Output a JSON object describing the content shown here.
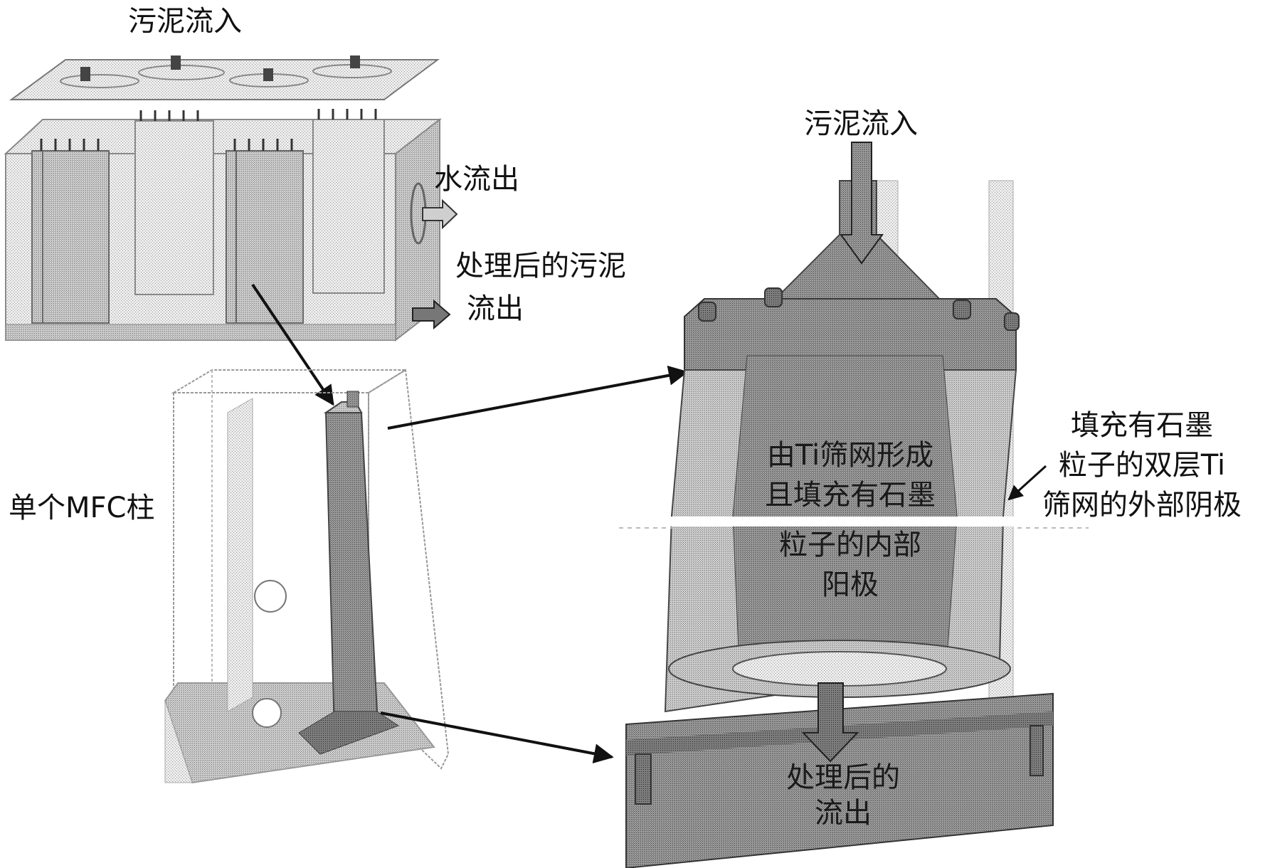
{
  "figure": {
    "top_inlet_label": "污泥流入",
    "water_outlet_label": "水流出",
    "treated_sludge_outlet_label_line1": "处理后的污泥",
    "treated_sludge_outlet_label_line2": "流出",
    "single_column_label": "单个MFC柱",
    "detail_inlet_label": "污泥流入",
    "anode_label_line1": "由Ti筛网形成",
    "anode_label_line2": "且填充有石墨",
    "anode_label_line3": "粒子的内部",
    "anode_label_line4": "阳极",
    "cathode_label_line1": "填充有石墨",
    "cathode_label_line2": "粒子的双层Ti",
    "cathode_label_line3": "筛网的外部阴极",
    "detail_outlet_label_line1": "处理后的",
    "detail_outlet_label_line2": "流出"
  },
  "colors": {
    "ink": "#111111",
    "light_fill": "#e2e2e2",
    "mid_fill": "#b9b9b9",
    "dark_fill": "#8e8e8e",
    "darker_fill": "#6d6d6d"
  }
}
